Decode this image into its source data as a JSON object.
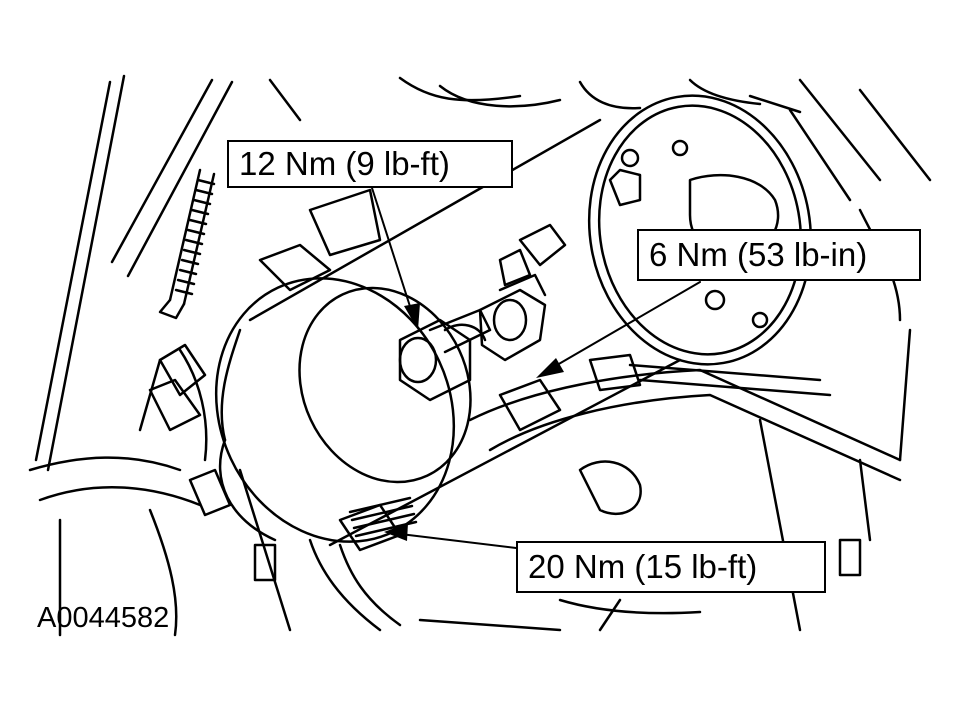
{
  "callouts": [
    {
      "label": "12 Nm (9 lb-ft)"
    },
    {
      "label": "6 Nm (53 lb-in)"
    },
    {
      "label": "20 Nm (15 lb-ft)"
    }
  ],
  "figure_id": "A0044582",
  "colors": {
    "line": "#000000",
    "background": "#ffffff"
  }
}
